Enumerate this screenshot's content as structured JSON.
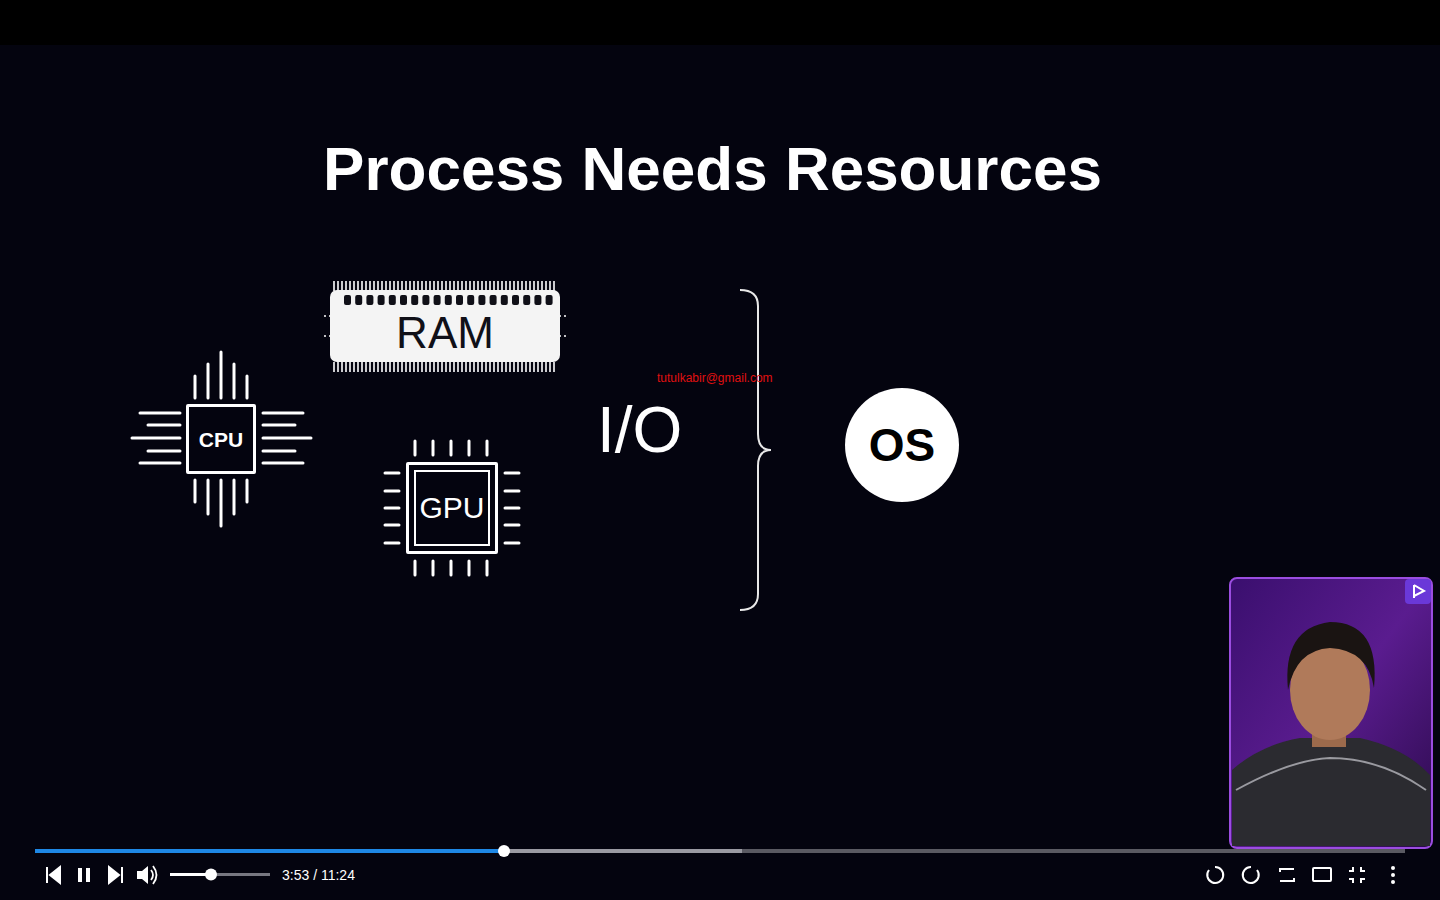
{
  "diagram": {
    "title": "Process Needs Resources",
    "nodes": [
      {
        "text": [
          "RAM"
        ]
      },
      {
        "text": [
          "CPU"
        ]
      },
      {
        "text": [
          "GPU"
        ]
      },
      {
        "text": [
          "OS"
        ]
      }
    ],
    "labels": [
      "I/O",
      "tutulkabir@gmail.com",
      "3:53 / 11:24"
    ]
  }
}
